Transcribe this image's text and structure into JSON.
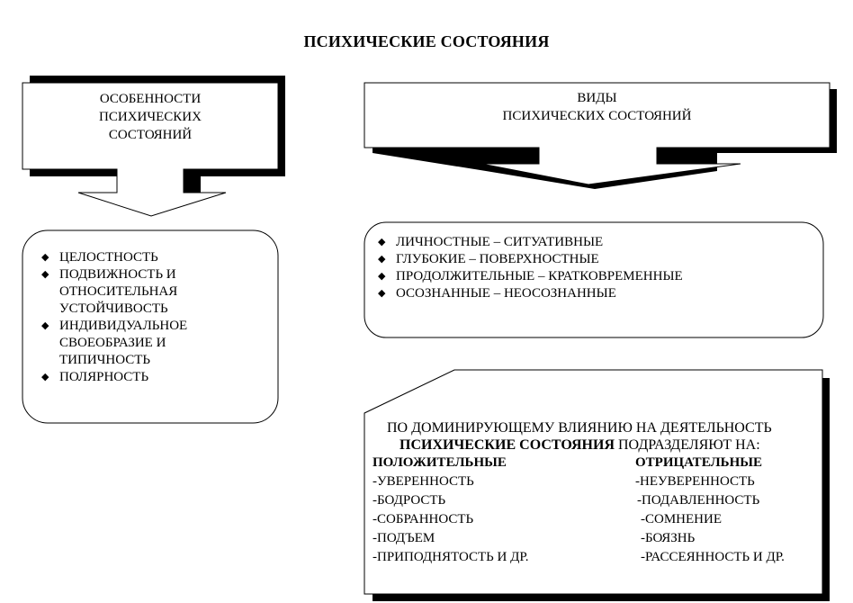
{
  "title": "ПСИХИЧЕСКИЕ СОСТОЯНИЯ",
  "features_box": {
    "heading_lines": [
      "ОСОБЕННОСТИ",
      "ПСИХИЧЕСКИХ",
      "СОСТОЯНИЙ"
    ],
    "items": [
      [
        "ЦЕЛОСТНОСТЬ"
      ],
      [
        "ПОДВИЖНОСТЬ И",
        "ОТНОСИТЕЛЬНАЯ",
        "УСТОЙЧИВОСТЬ"
      ],
      [
        "ИНДИВИДУАЛЬНОЕ",
        "СВОЕОБРАЗИЕ И",
        "ТИПИЧНОСТЬ"
      ],
      [
        "ПОЛЯРНОСТЬ"
      ]
    ]
  },
  "types_box": {
    "heading_lines": [
      "ВИДЫ",
      "ПСИХИЧЕСКИХ СОСТОЯНИЙ"
    ],
    "items": [
      "ЛИЧНОСТНЫЕ – СИТУАТИВНЫЕ",
      "ГЛУБОКИЕ – ПОВЕРХНОСТНЫЕ",
      "ПРОДОЛЖИТЕЛЬНЫЕ – КРАТКОВРЕМЕННЫЕ",
      "ОСОЗНАННЫЕ – НЕОСОЗНАННЫЕ"
    ]
  },
  "influence_box": {
    "line1": "ПО ДОМИНИРУЮЩЕМУ ВЛИЯНИЮ НА ДЕЯТЕЛЬНОСТЬ",
    "line2_bold": "ПСИХИЧЕСКИЕ СОСТОЯНИЯ",
    "line2_rest": " ПОДРАЗДЕЛЯЮТ НА:",
    "positive_header": "ПОЛОЖИТЕЛЬНЫЕ",
    "negative_header": "ОТРИЦАТЕЛЬНЫЕ",
    "positive": [
      "-УВЕРЕННОСТЬ",
      "-БОДРОСТЬ",
      "-СОБРАННОСТЬ",
      "-ПОДЪЕМ",
      "-ПРИПОДНЯТОСТЬ И ДР."
    ],
    "negative": [
      "-НЕУВЕРЕННОСТЬ",
      "-ПОДАВЛЕННОСТЬ",
      "-СОМНЕНИЕ",
      "-БОЯЗНЬ",
      "-РАССЕЯННОСТЬ И ДР."
    ]
  },
  "colors": {
    "ink": "#000000",
    "paper": "#ffffff"
  }
}
